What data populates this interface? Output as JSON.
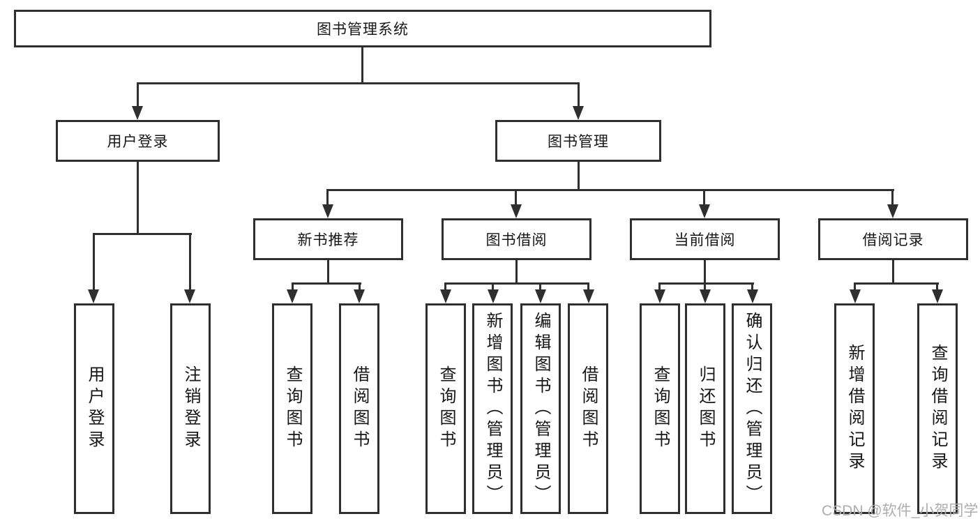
{
  "diagram": {
    "root": "图书管理系统",
    "branches": {
      "user_login": "用户登录",
      "book_management": "图书管理"
    },
    "modules": {
      "new_book_recommend": "新书推荐",
      "book_borrow": "图书借阅",
      "current_borrow": "当前借阅",
      "borrow_records": "借阅记录"
    },
    "leaves": {
      "user_login_leaf": "用户登录",
      "logout_leaf": "注销登录",
      "nb_query_books": "查询图书",
      "nb_borrow_books": "借阅图书",
      "bb_query_books": "查询图书",
      "bb_add_books_admin": "新增图书（管理员）",
      "bb_edit_books_admin": "编辑图书（管理员）",
      "bb_borrow_books": "借阅图书",
      "cb_query_books": "查询图书",
      "cb_return_books": "归还图书",
      "cb_confirm_return_admin": "确认归还（管理员）",
      "br_add_record": "新增借阅记录",
      "br_query_record": "查询借阅记录"
    }
  },
  "watermark": "CSDN @软件_小贺同学",
  "colors": {
    "line": "#2f2f2f",
    "text": "#161616",
    "watermark": "#adadad",
    "background": "#ffffff"
  }
}
